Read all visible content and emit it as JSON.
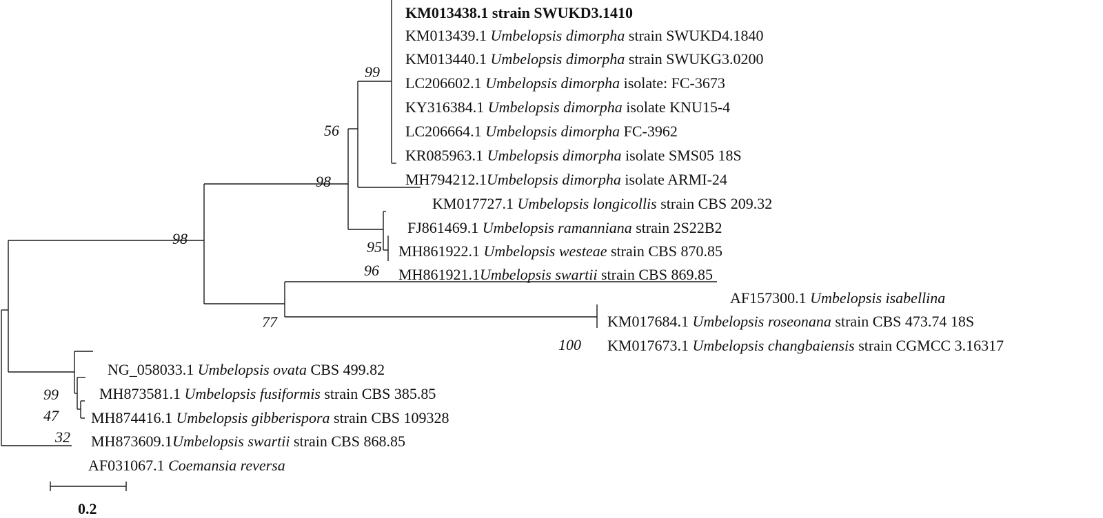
{
  "taxa": [
    {
      "acc": "KM013438.1 strain SWUKD3.1410",
      "species": "",
      "rest": "",
      "bold": true
    },
    {
      "acc": "KM013439.1",
      "species": "Umbelopsis dimorpha",
      "rest": "strain SWUKD4.1840"
    },
    {
      "acc": "KM013440.1",
      "species": "Umbelopsis dimorpha",
      "rest": "strain SWUKG3.0200"
    },
    {
      "acc": "LC206602.1",
      "species": "Umbelopsis dimorpha",
      "rest": "isolate: FC-3673"
    },
    {
      "acc": "KY316384.1",
      "species": "Umbelopsis dimorpha",
      "rest": "isolate KNU15-4"
    },
    {
      "acc": "LC206664.1",
      "species": "Umbelopsis dimorpha",
      "rest": "FC-3962"
    },
    {
      "acc": "KR085963.1",
      "species": "Umbelopsis dimorpha",
      "rest": "isolate SMS05 18S"
    },
    {
      "acc": "MH794212.1",
      "species": "Umbelopsis dimorpha",
      "rest": "isolate ARMI-24",
      "tight": true
    },
    {
      "acc": "KM017727.1",
      "species": "Umbelopsis longicollis",
      "rest": "strain CBS 209.32"
    },
    {
      "acc": "FJ861469.1",
      "species": "Umbelopsis ramanniana",
      "rest": "strain 2S22B2"
    },
    {
      "acc": "MH861922.1",
      "species": "Umbelopsis westeae",
      "rest": "strain CBS 870.85"
    },
    {
      "acc": "MH861921.1",
      "species": "Umbelopsis swartii",
      "rest": "strain CBS 869.85",
      "tight": true
    },
    {
      "acc": "AF157300.1",
      "species": "Umbelopsis isabellina",
      "rest": ""
    },
    {
      "acc": "KM017684.1",
      "species": "Umbelopsis roseonana",
      "rest": "strain CBS 473.74 18S"
    },
    {
      "acc": "KM017673.1",
      "species": "Umbelopsis changbaiensis",
      "rest": "strain CGMCC 3.16317"
    },
    {
      "acc": "NG_058033.1",
      "species": "Umbelopsis ovata",
      "rest": "CBS 499.82"
    },
    {
      "acc": "MH873581.1",
      "species": "Umbelopsis fusiformis",
      "rest": "strain CBS 385.85"
    },
    {
      "acc": "MH874416.1",
      "species": "Umbelopsis gibberispora",
      "rest": "strain CBS 109328"
    },
    {
      "acc": "MH873609.1",
      "species": "Umbelopsis swartii",
      "rest": "strain CBS 868.85",
      "tight": true
    },
    {
      "acc": "AF031067.1",
      "species": "Coemansia reversa",
      "rest": ""
    }
  ],
  "bootstrap_values": [
    "99",
    "56",
    "98",
    "98",
    "95",
    "96",
    "77",
    "100",
    "99",
    "47",
    "32"
  ],
  "scale_bar": {
    "value": 0.2,
    "label": "0.2"
  }
}
